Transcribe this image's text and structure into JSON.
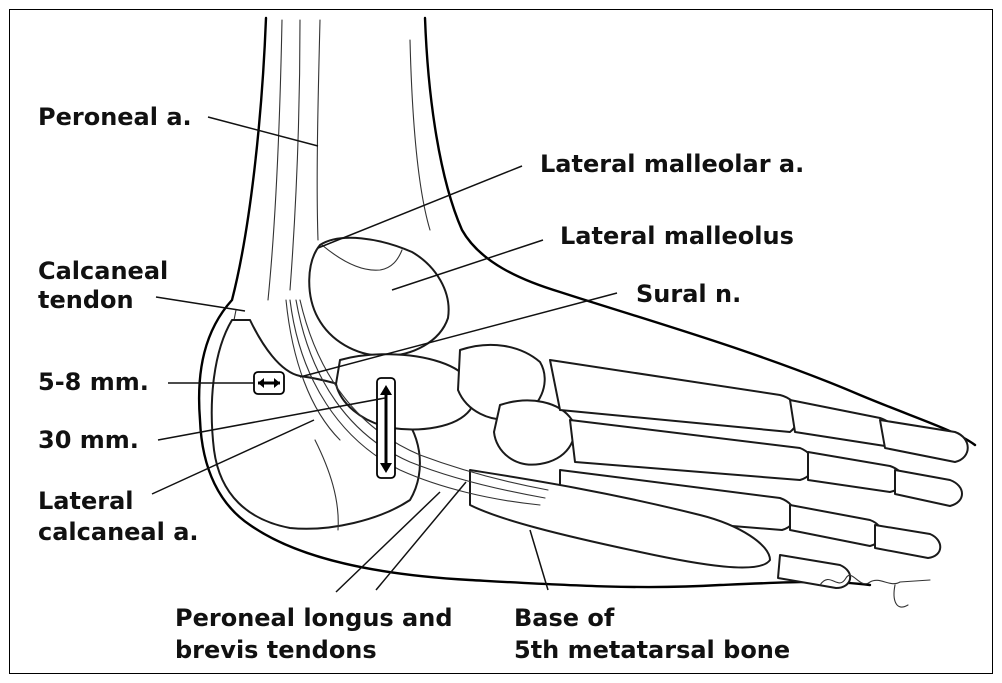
{
  "figure": {
    "labels": {
      "peroneal_a": "Peroneal a.",
      "lateral_malleolar_a": "Lateral malleolar a.",
      "lateral_malleolus": "Lateral malleolus",
      "calcaneal_tendon_1": "Calcaneal",
      "calcaneal_tendon_2": "tendon",
      "sural_n": "Sural n.",
      "dist_5_8": "5-8 mm.",
      "dist_30": "30 mm.",
      "lateral_calcaneal_1": "Lateral",
      "lateral_calcaneal_2": "calcaneal a.",
      "peroneal_tendons_1": "Peroneal longus and",
      "peroneal_tendons_2": "brevis tendons",
      "base_5th_1": "Base of",
      "base_5th_2": "5th metatarsal bone"
    }
  }
}
